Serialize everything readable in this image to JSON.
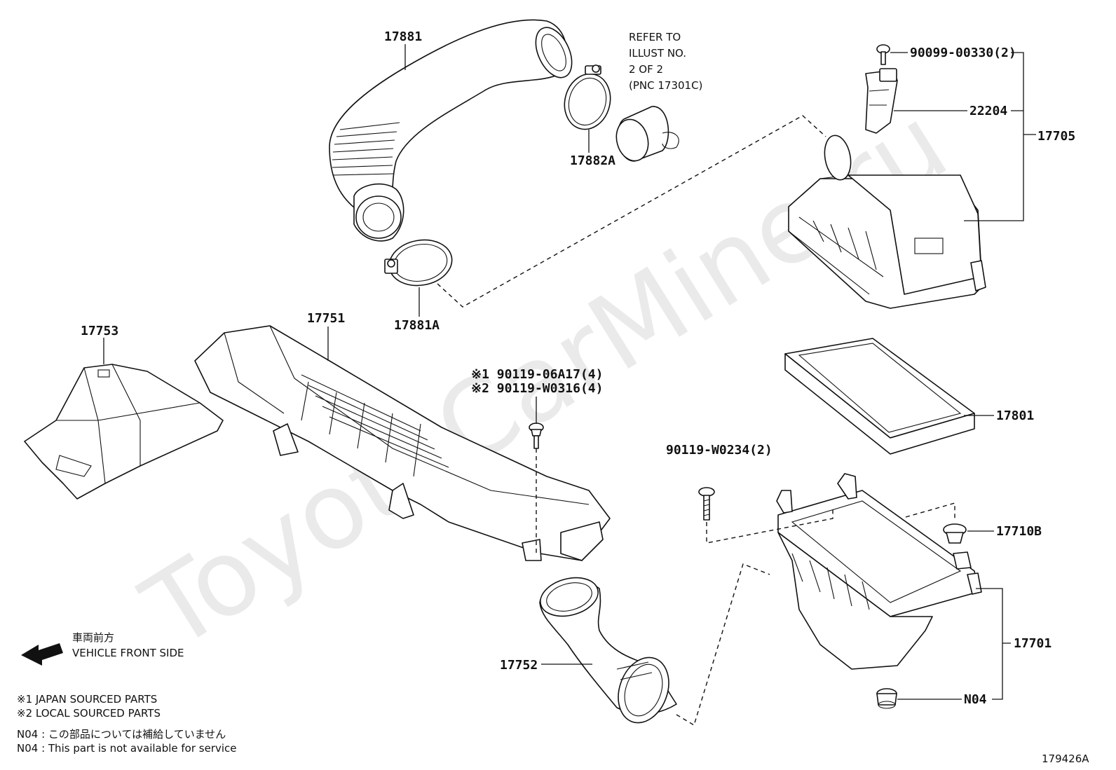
{
  "diagram": {
    "callouts": {
      "p17881": "17881",
      "p17882A": "17882A",
      "p17881A": "17881A",
      "p17753": "17753",
      "p17751": "17751",
      "p17752": "17752",
      "p17705": "17705",
      "p22204": "22204",
      "p90099": "90099-00330(2)",
      "p17801": "17801",
      "p17710B": "17710B",
      "p17701": "17701",
      "pN04": "N04",
      "p90119_w0234": "90119-W0234(2)",
      "bolt_jp": "※1 90119-06A17(4)",
      "bolt_local": "※2 90119-W0316(4)"
    },
    "refer_note": [
      "REFER TO",
      "ILLUST NO.",
      "2 OF 2",
      "(PNC 17301C)"
    ],
    "direction": {
      "jp": "車両前方",
      "en": "VEHICLE FRONT SIDE"
    },
    "legend": {
      "line1": "※1 JAPAN SOURCED PARTS",
      "line2": "※2 LOCAL SOURCED PARTS",
      "n04_jp": "N04 : この部品については補給していません",
      "n04_en": "N04 : This part is not available for service"
    },
    "illustration_id": "179426A",
    "watermark": "ToyotaCarMine.ru"
  }
}
